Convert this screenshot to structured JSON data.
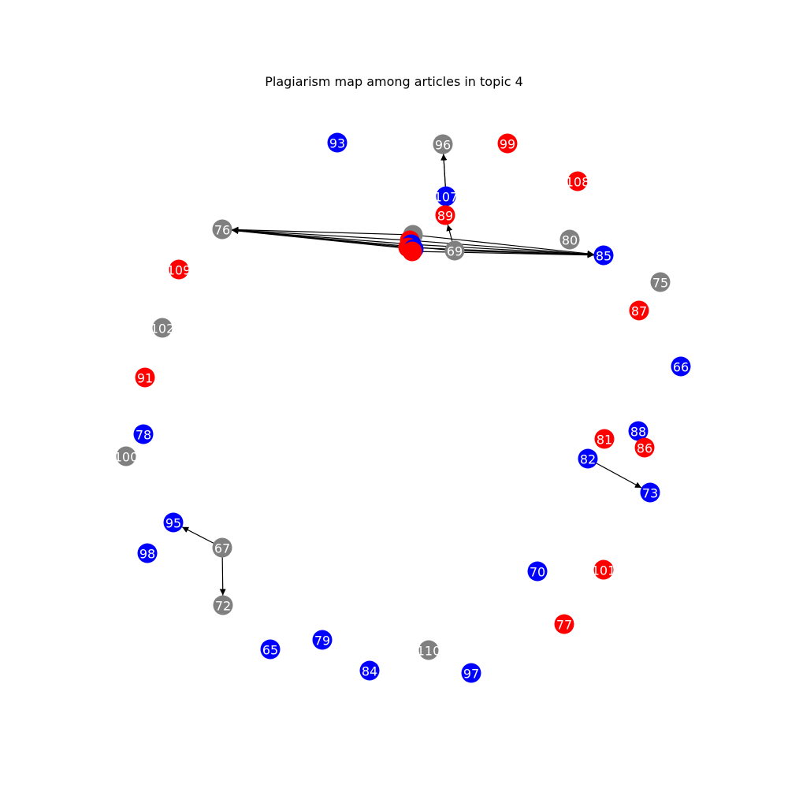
{
  "title": "Plagiarism map among articles in topic 4",
  "colors": {
    "blue": "#0000ff",
    "red": "#ff0000",
    "gray": "#808080",
    "edge": "#000000",
    "label": "#ffffff"
  },
  "graph": {
    "directed": true,
    "nodes": [
      {
        "id": "93",
        "color": "blue"
      },
      {
        "id": "96",
        "color": "gray"
      },
      {
        "id": "99",
        "color": "red"
      },
      {
        "id": "108",
        "color": "red"
      },
      {
        "id": "107",
        "color": "blue"
      },
      {
        "id": "89",
        "color": "red"
      },
      {
        "id": "76",
        "color": "gray"
      },
      {
        "id": "80",
        "color": "gray"
      },
      {
        "id": "85",
        "color": "blue"
      },
      {
        "id": "69",
        "color": "gray"
      },
      {
        "id": "109",
        "color": "red"
      },
      {
        "id": "75",
        "color": "gray"
      },
      {
        "id": "87",
        "color": "red"
      },
      {
        "id": "102",
        "color": "gray"
      },
      {
        "id": "66",
        "color": "blue"
      },
      {
        "id": "91",
        "color": "red"
      },
      {
        "id": "78",
        "color": "blue"
      },
      {
        "id": "88",
        "color": "blue"
      },
      {
        "id": "81",
        "color": "red"
      },
      {
        "id": "86",
        "color": "red"
      },
      {
        "id": "100",
        "color": "gray"
      },
      {
        "id": "82",
        "color": "blue"
      },
      {
        "id": "73",
        "color": "blue"
      },
      {
        "id": "95",
        "color": "blue"
      },
      {
        "id": "67",
        "color": "gray"
      },
      {
        "id": "98",
        "color": "blue"
      },
      {
        "id": "70",
        "color": "blue"
      },
      {
        "id": "101",
        "color": "red"
      },
      {
        "id": "72",
        "color": "gray"
      },
      {
        "id": "77",
        "color": "red"
      },
      {
        "id": "79",
        "color": "blue"
      },
      {
        "id": "65",
        "color": "blue"
      },
      {
        "id": "110",
        "color": "gray"
      },
      {
        "id": "84",
        "color": "blue"
      },
      {
        "id": "97",
        "color": "blue"
      },
      {
        "id": "cl1",
        "label": "",
        "color": "gray"
      },
      {
        "id": "cl2",
        "label": "",
        "color": "red"
      },
      {
        "id": "cl3",
        "label": "",
        "color": "blue"
      },
      {
        "id": "cl4",
        "label": "",
        "color": "red"
      },
      {
        "id": "cl5",
        "label": "",
        "color": "blue"
      },
      {
        "id": "cl6",
        "label": "",
        "color": "red"
      }
    ],
    "edges": [
      {
        "from": "107",
        "to": "96"
      },
      {
        "from": "107",
        "to": "96"
      },
      {
        "from": "69",
        "to": "89"
      },
      {
        "from": "cl1",
        "to": "76"
      },
      {
        "from": "cl2",
        "to": "76"
      },
      {
        "from": "cl3",
        "to": "76"
      },
      {
        "from": "cl4",
        "to": "76"
      },
      {
        "from": "cl5",
        "to": "76"
      },
      {
        "from": "69",
        "to": "76"
      },
      {
        "from": "cl1",
        "to": "85"
      },
      {
        "from": "cl2",
        "to": "85"
      },
      {
        "from": "cl3",
        "to": "85"
      },
      {
        "from": "cl4",
        "to": "85"
      },
      {
        "from": "cl6",
        "to": "85"
      },
      {
        "from": "69",
        "to": "85"
      },
      {
        "from": "82",
        "to": "73"
      },
      {
        "from": "67",
        "to": "95"
      },
      {
        "from": "67",
        "to": "72"
      }
    ]
  }
}
